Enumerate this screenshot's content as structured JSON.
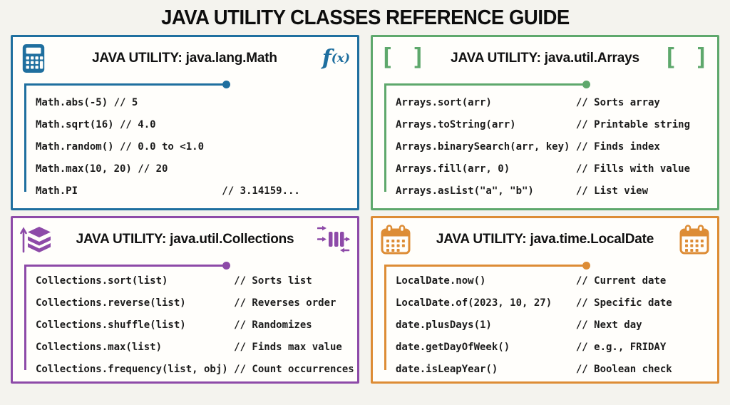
{
  "page_title": "JAVA UTILITY CLASSES REFERENCE GUIDE",
  "panels": [
    {
      "title": "JAVA UTILITY: java.lang.Math",
      "accent": "#1f6f9f",
      "icon_left": "calculator-icon",
      "icon_right": "function-fx-icon",
      "fx_main": "f",
      "fx_sub": "(x)",
      "lines": [
        "Math.abs(-5) // 5",
        "Math.sqrt(16) // 4.0",
        "Math.random() // 0.0 to <1.0",
        "Math.max(10, 20) // 20",
        "Math.PI                        // 3.14159..."
      ]
    },
    {
      "title": "JAVA UTILITY: java.util.Arrays",
      "accent": "#5ea86c",
      "icon_left": "array-brackets-icon",
      "icon_right": "array-brackets-icon",
      "bracket_glyph": "[ ]",
      "lines": [
        "Arrays.sort(arr)              // Sorts array",
        "Arrays.toString(arr)          // Printable string",
        "Arrays.binarySearch(arr, key) // Finds index",
        "Arrays.fill(arr, 0)           // Fills with value",
        "Arrays.asList(\"a\", \"b\")       // List view"
      ]
    },
    {
      "title": "JAVA UTILITY: java.util.Collections",
      "accent": "#8d4aa8",
      "icon_left": "sorted-layers-icon",
      "icon_right": "shuffle-bars-icon",
      "lines": [
        "Collections.sort(list)           // Sorts list",
        "Collections.reverse(list)        // Reverses order",
        "Collections.shuffle(list)        // Randomizes",
        "Collections.max(list)            // Finds max value",
        "Collections.frequency(list, obj) // Count occurrences"
      ]
    },
    {
      "title": "JAVA UTILITY: java.time.LocalDate",
      "accent": "#dd8c35",
      "icon_left": "calendar-icon",
      "icon_right": "calendar-icon",
      "lines": [
        "LocalDate.now()               // Current date",
        "LocalDate.of(2023, 10, 27)    // Specific date",
        "date.plusDays(1)              // Next day",
        "date.getDayOfWeek()           // e.g., FRIDAY",
        "date.isLeapYear()             // Boolean check"
      ]
    }
  ]
}
